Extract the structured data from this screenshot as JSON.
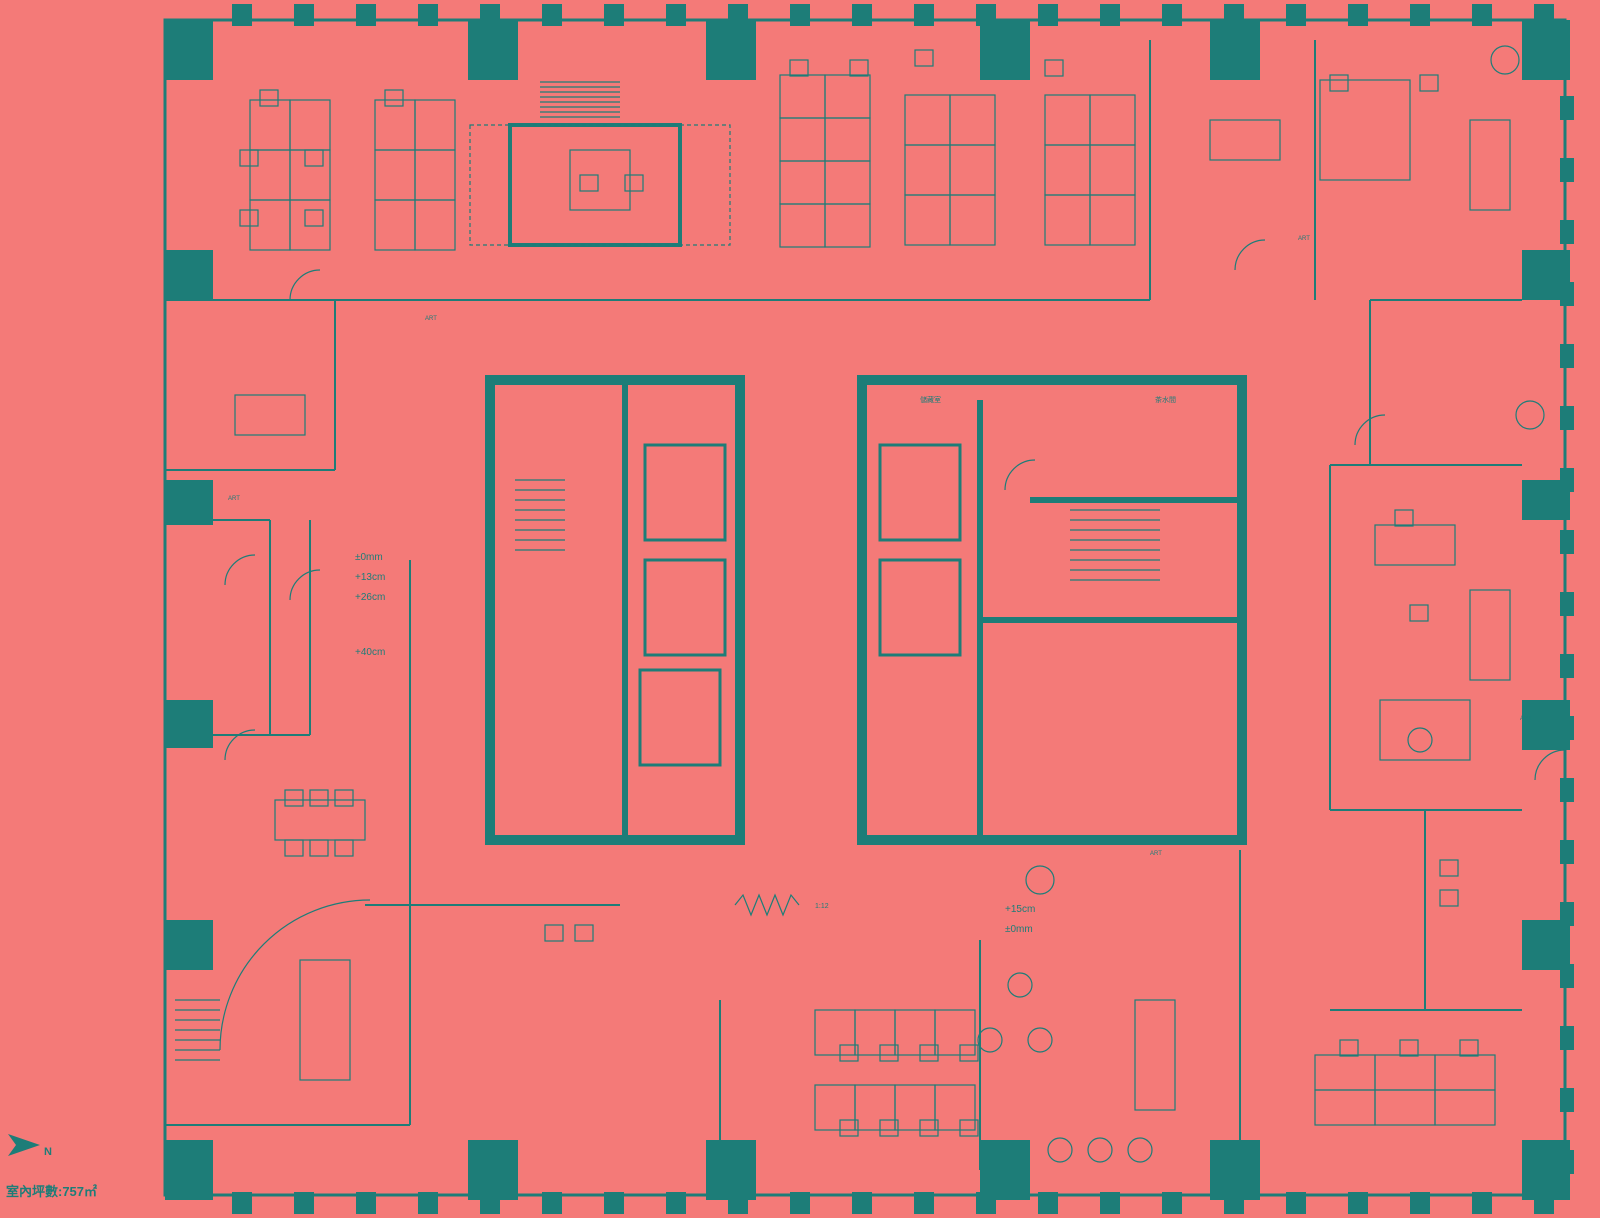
{
  "colors": {
    "background": "#f47a78",
    "ink": "#1d7d78"
  },
  "labels": {
    "north": "N",
    "area": "室內坪數:757㎡",
    "levels": [
      "±0mm",
      "+13cm",
      "+26cm",
      "+40cm"
    ],
    "levels_right": [
      "+15cm",
      "±0mm"
    ],
    "art": "ART",
    "room_tag": "儲藏室",
    "small_room": "茶水間",
    "ramp": "1:12"
  }
}
